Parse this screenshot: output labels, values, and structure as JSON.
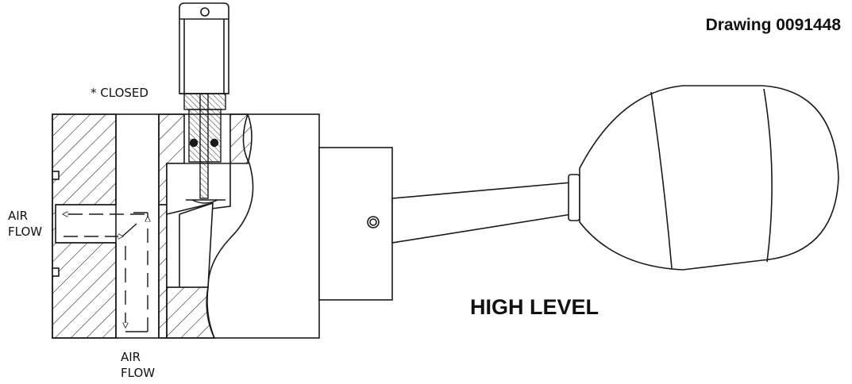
{
  "drawing": {
    "title": "Drawing 0091448",
    "state_label": "* CLOSED",
    "level_label": "HIGH LEVEL",
    "air_flow_left": [
      "AIR",
      "FLOW"
    ],
    "air_flow_bottom": [
      "AIR",
      "FLOW"
    ]
  },
  "colors": {
    "line": "#1a1a1a",
    "background": "#ffffff"
  }
}
